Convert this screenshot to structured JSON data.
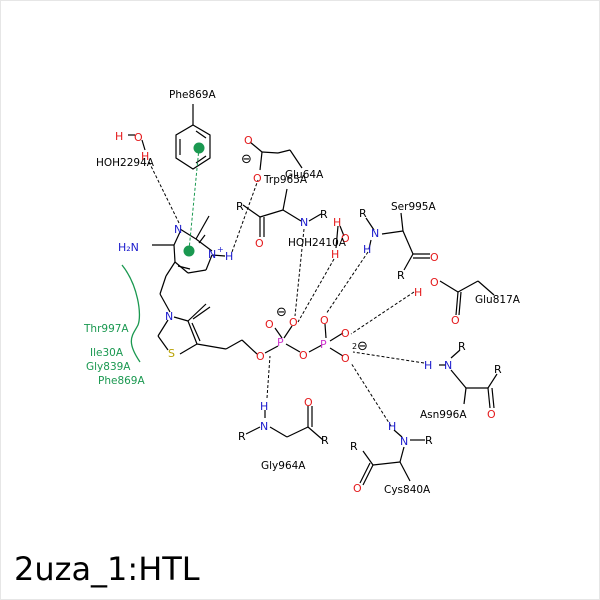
{
  "title": "2uza_1:HTL",
  "residues": {
    "phe869_top": "Phe869A",
    "hoh2294": "HOH2294A",
    "glu64": "Glu64A",
    "trp965": "Trp965A",
    "hoh2410": "HOH2410A",
    "ser995": "Ser995A",
    "glu817": "Glu817A",
    "asn996": "Asn996A",
    "cys840": "Cys840A",
    "gly964": "Gly964A"
  },
  "hydrophobic": {
    "thr997": "Thr997A",
    "ile30": "Ile30A",
    "gly839": "Gly839A",
    "phe869": "Phe869A"
  },
  "charges": {
    "minus": "⊖",
    "two_minus_sup": "2",
    "plus": "+"
  },
  "colors": {
    "nitrogen": "#1a1acc",
    "oxygen": "#e41a1c",
    "phosphorus": "#cc33cc",
    "sulfur": "#b8a100",
    "hydrophobic": "#1a9850",
    "pi_center": "#1a9850"
  }
}
